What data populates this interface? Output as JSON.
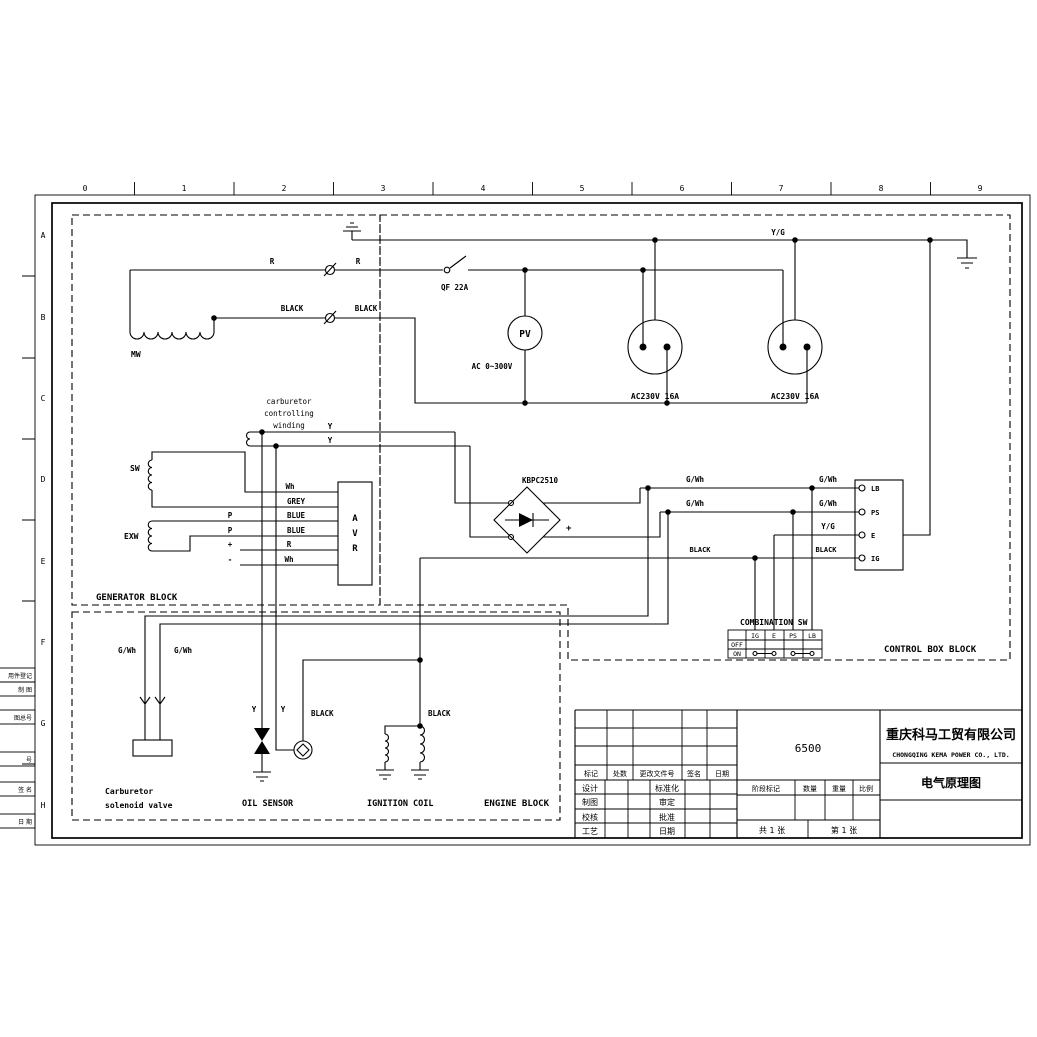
{
  "frame": {
    "top_scale": [
      "0",
      "1",
      "2",
      "3",
      "4",
      "5",
      "6",
      "7",
      "8",
      "9"
    ],
    "side_scale": [
      "A",
      "B",
      "C",
      "D",
      "E",
      "F",
      "G",
      "H"
    ],
    "margin_stubs": [
      "用件登记",
      "制 图",
      "图总号",
      "号",
      "签 名",
      "日 期"
    ]
  },
  "blocks": {
    "generator_label": "GENERATOR BLOCK",
    "control_label": "CONTROL BOX BLOCK",
    "engine_label": "ENGINE BLOCK"
  },
  "ac_circuit": {
    "earth_wire": "Y/G",
    "live_wire_1": "R",
    "live_wire_2": "R",
    "neutral_wire_1": "BLACK",
    "neutral_wire_2": "BLACK",
    "breaker": "QF 22A",
    "voltmeter": "PV",
    "voltmeter_range": "AC 0~300V",
    "socket_1": "AC230V 16A",
    "socket_2": "AC230V 16A"
  },
  "generator": {
    "main_winding": "MW",
    "sub_winding": "SW",
    "excitation_winding": "EXW",
    "carb_winding_line1": "carburetor",
    "carb_winding_line2": "controlling",
    "carb_winding_line3": "winding",
    "y_wire_1": "Y",
    "y_wire_2": "Y",
    "avr_letters": [
      "A",
      "V",
      "R"
    ],
    "avr_wires": [
      "Wh",
      "GREY",
      "BLUE",
      "BLUE",
      "R",
      "Wh"
    ],
    "avr_pins": [
      "P",
      "P",
      "+",
      "-"
    ]
  },
  "rectifier": {
    "label": "KBPC2510",
    "plus": "+"
  },
  "control_box": {
    "lb_wire_left": "G/Wh",
    "lb_wire_right": "G/Wh",
    "ps_wire_left": "G/Wh",
    "ps_wire_right": "G/Wh",
    "e_wire": "Y/G",
    "ig_wire_left": "BLACK",
    "ig_wire_right": "BLACK",
    "terminals": [
      "LB",
      "PS",
      "E",
      "IG"
    ],
    "combination_sw_label": "COMBINATION SW",
    "sw_columns": [
      "IG",
      "E",
      "PS",
      "LB"
    ],
    "sw_rows": [
      "OFF",
      "ON"
    ]
  },
  "engine": {
    "valve_wire_1": "G/Wh",
    "valve_wire_2": "G/Wh",
    "valve_label_line1": "Carburetor",
    "valve_label_line2": "solenoid valve",
    "oil_sensor_label": "OIL SENSOR",
    "oil_wire_1": "Y",
    "oil_wire_2": "Y",
    "oil_wire_black": "BLACK",
    "ignition_label": "IGNITION COIL",
    "ignition_wire_black": "BLACK"
  },
  "title_block": {
    "model": "6500",
    "company_cn": "重庆科马工贸有限公司",
    "company_en": "CHONGQING KEMA POWER CO., LTD.",
    "drawing_title": "电气原理图",
    "rev_headers": [
      "标记",
      "处数",
      "更改文件号",
      "签名",
      "日期"
    ],
    "left_rows": [
      "设计",
      "制图",
      "校核",
      "工艺"
    ],
    "mid_rows": [
      "标准化",
      "审定",
      "批准",
      "日期"
    ],
    "stage_headers": [
      "阶段标记",
      "数量",
      "重量",
      "比例"
    ],
    "sheet_total": "共 1 张",
    "sheet_no": "第 1 张"
  }
}
